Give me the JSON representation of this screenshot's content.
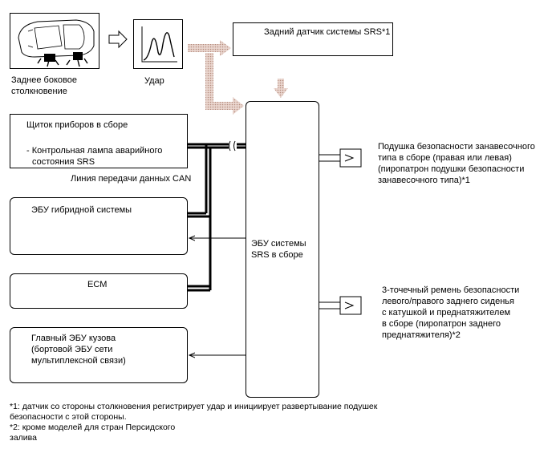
{
  "collision": {
    "caption_line1": "Заднее боковое",
    "caption_line2": "столкновение"
  },
  "impact": {
    "label": "Удар"
  },
  "rear_sensor": {
    "label": "Задний датчик системы SRS*1"
  },
  "meter": {
    "title": "Щиток приборов в сборе",
    "item_line1": "- Контрольная лампа аварийного",
    "item_line2": "состояния SRS"
  },
  "can_line": {
    "label": "Линия передачи данных CAN"
  },
  "hybrid_ecu": {
    "label": "ЭБУ гибридной системы"
  },
  "ecm": {
    "label": "ECM"
  },
  "body_ecu": {
    "line1": "Главный ЭБУ кузова",
    "line2": "(бортовой ЭБУ сети",
    "line3": "мультиплексной связи)"
  },
  "srs_ecu": {
    "line1": "ЭБУ системы",
    "line2": "SRS в сборе"
  },
  "curtain_airbag": {
    "line1": "Подушка безопасности занавесочного",
    "line2": "типа в сборе (правая или левая)",
    "line3": "(пиропатрон подушки безопасности",
    "line4": "занавесочного типа)*1"
  },
  "seat_belt": {
    "line1": "3-точечный ремень безопасности",
    "line2": "левого/правого заднего сиденья",
    "line3": "с катушкой и преднатяжителем",
    "line4": "в сборе (пиропатрон заднего",
    "line5": "преднатяжителя)*2"
  },
  "footnotes": {
    "note1_line1": "*1: датчик со стороны столкновения регистрирует удар и инициирует развертывание подушек",
    "note1_line2": "безопасности с этой стороны.",
    "note2_line1": "*2: кроме моделей для стран Персидского",
    "note2_line2": "залива"
  },
  "colors": {
    "arrow_fill": "#e8d0c8",
    "arrow_dots": "#b08070",
    "line": "#000000"
  }
}
